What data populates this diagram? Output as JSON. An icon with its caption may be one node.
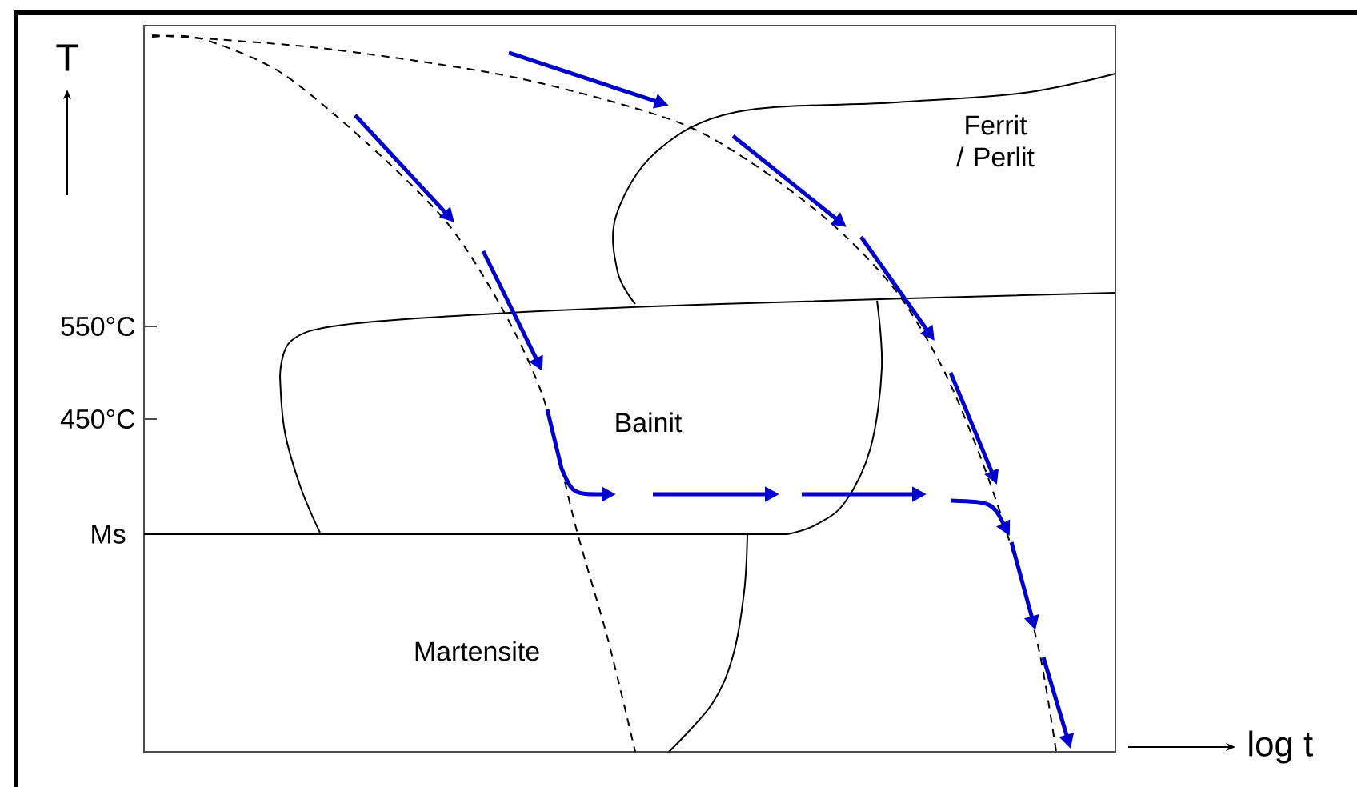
{
  "diagram": {
    "labels": [
      "T",
      "550°C",
      "450°C",
      "Ms",
      "Ferrit / Perlit",
      "Bainit",
      "Martensite",
      "log t"
    ]
  }
}
